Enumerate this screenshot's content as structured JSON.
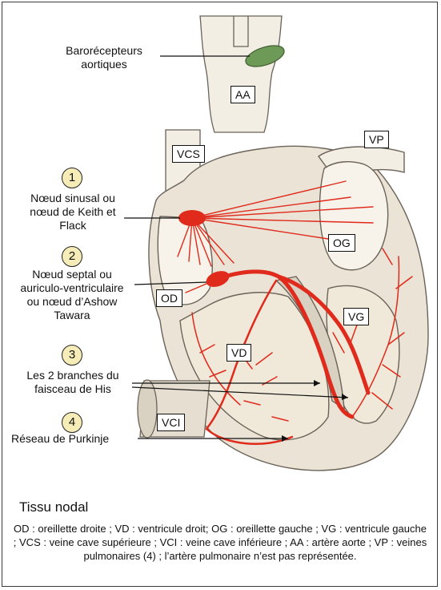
{
  "labels": {
    "baroreceptors": "Barorécepteurs\naortiques",
    "aa": "AA",
    "vp": "VP",
    "vcs": "VCS",
    "og": "OG",
    "od": "OD",
    "vg": "VG",
    "vd": "VD",
    "vci": "VCI"
  },
  "items": [
    {
      "number": "1",
      "text": "Nœud sinusal ou\nnœud de Keith et\nFlack"
    },
    {
      "number": "2",
      "text": "Nœud septal ou\nauriculo-ventriculaire\nou nœud d’Ashow\nTawara"
    },
    {
      "number": "3",
      "text": "Les 2 branches du\nfaisceau de His"
    },
    {
      "number": "4",
      "text": "Réseau de Purkinje"
    }
  ],
  "legend": {
    "title": "Tissu nodal",
    "text": "OD : oreillette droite ; VD : ventricule droit; OG : oreillette gauche ; VG : ventricule gauche ; VCS : veine cave supérieure ; VCI : veine cave inférieure ; AA : artère aorte ; VP : veines pulmonaires (4) ; l’artère pulmonaire n’est pas représentée."
  },
  "colors": {
    "conduction": "#e02a1c",
    "heart_fill": "#f3eee4",
    "heart_shade": "#d9d1c2",
    "outline": "#6b6258",
    "baroreceptor": "#6e9a57",
    "number_bg": "#f6ecb8"
  }
}
